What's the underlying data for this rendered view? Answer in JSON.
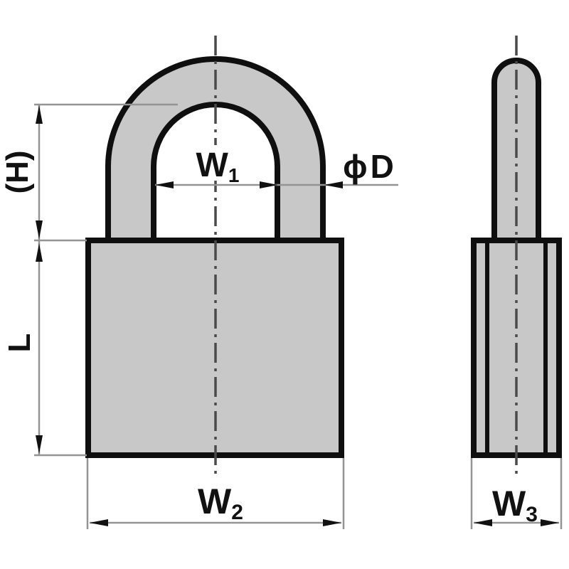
{
  "diagram": {
    "title": "padlock-dimension-drawing",
    "views": {
      "front": "padlock front view with shackle and body",
      "side": "padlock side profile view"
    },
    "labels": {
      "height": "(H)",
      "length": "L",
      "w1": {
        "base": "W",
        "sub": "1"
      },
      "w2": {
        "base": "W",
        "sub": "2"
      },
      "w3": {
        "base": "W",
        "sub": "3"
      },
      "shackle_diameter": "ϕD"
    },
    "colors": {
      "background": "#ffffff",
      "part_fill": "#c8c8c8",
      "part_outline": "#0f0f0f",
      "dimension_line": "#949494",
      "centerline": "#4a4a4a",
      "label_text": "#111111"
    }
  }
}
